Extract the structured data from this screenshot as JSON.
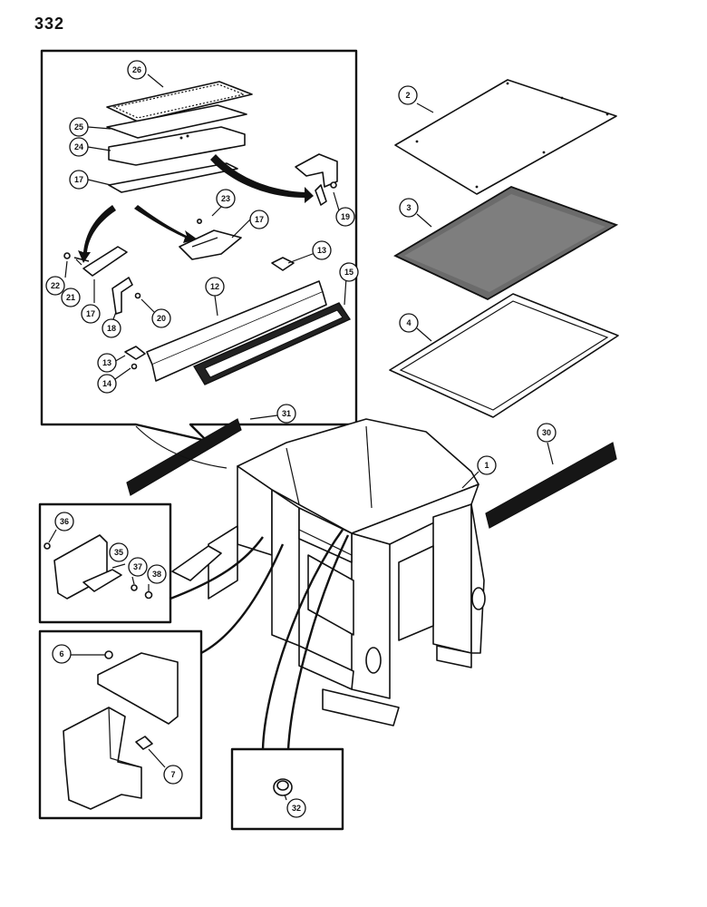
{
  "page_number": "332",
  "callouts": {
    "c26": "26",
    "c25": "25",
    "c24": "24",
    "c17a": "17",
    "c23": "23",
    "c17b": "17",
    "c19": "19",
    "c22": "22",
    "c21": "21",
    "c17c": "17",
    "c13a": "13",
    "c12": "12",
    "c15": "15",
    "c18": "18",
    "c20": "20",
    "c13b": "13",
    "c14": "14",
    "c2": "2",
    "c3": "3",
    "c4": "4",
    "c31": "31",
    "c30": "30",
    "c1": "1",
    "c36": "36",
    "c35": "35",
    "c37": "37",
    "c38": "38",
    "c6": "6",
    "c7": "7",
    "c32": "32"
  }
}
